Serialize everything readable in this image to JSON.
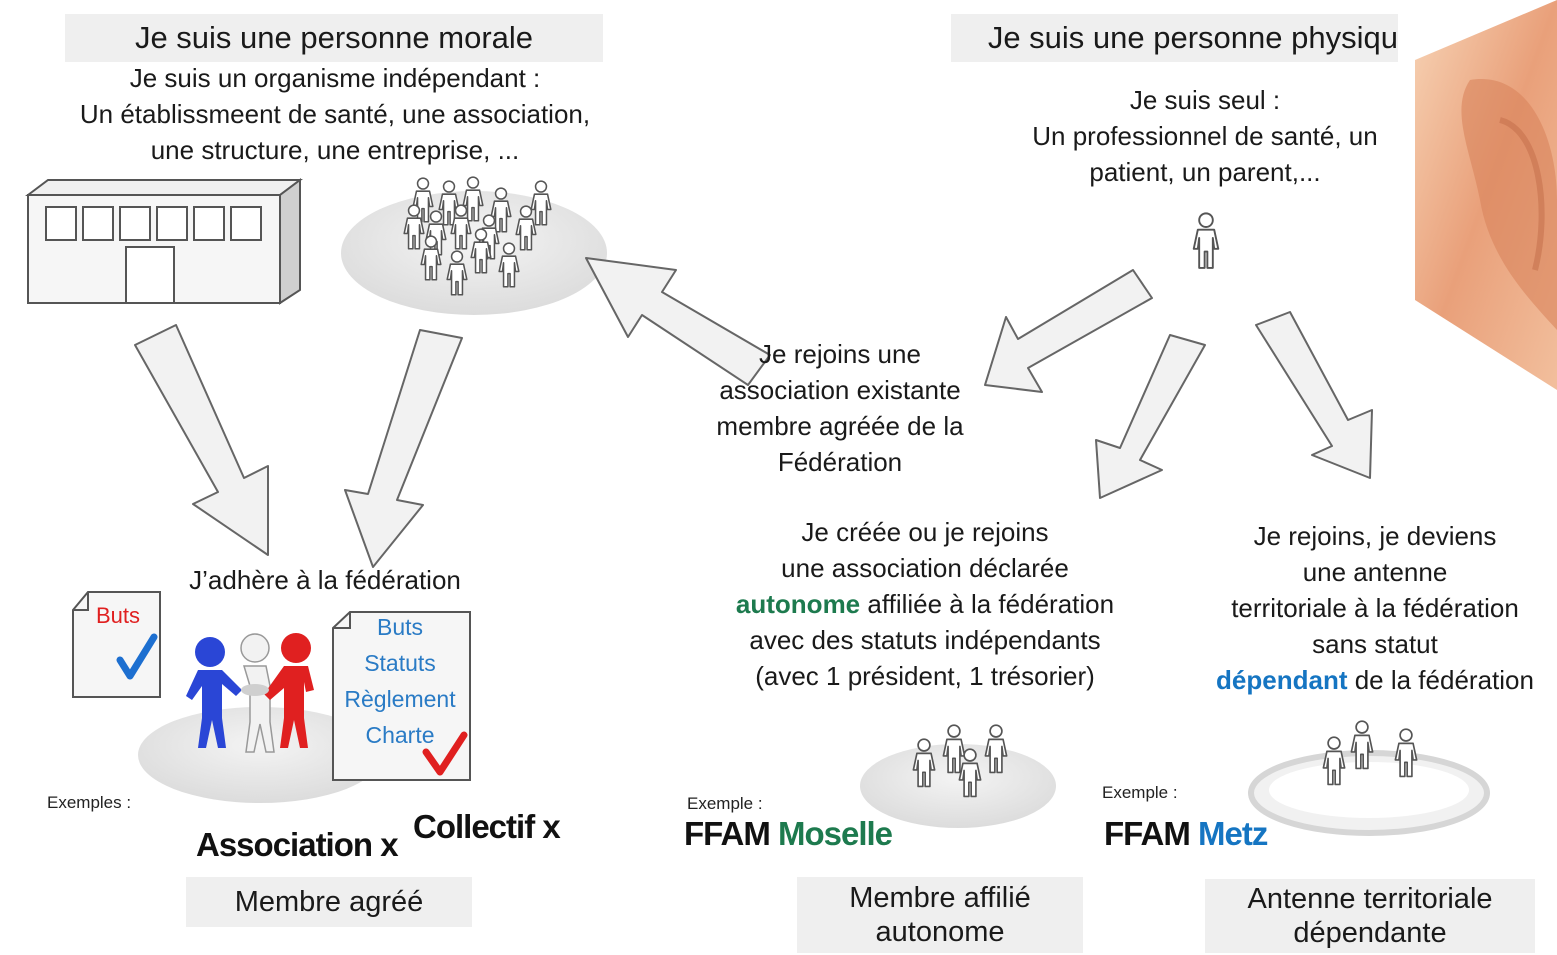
{
  "left": {
    "banner": "Je suis une personne morale",
    "intro": [
      "Je suis un organisme indépendant :",
      "Un établissmeent de santé, une association,",
      "une structure, une entreprise, ..."
    ],
    "adhere": "J’adhère à la fédération",
    "doc_small": "Buts",
    "doc_big": [
      "Buts",
      "Statuts",
      "Règlement",
      "Charte"
    ],
    "examples_label": "Exemples :",
    "example1": "Association x",
    "example2": "Collectif x",
    "footer": "Membre agréé"
  },
  "right": {
    "banner": "Je suis une personne physiqu",
    "intro": [
      "Je suis seul :",
      "Un professionnel de santé, un",
      "patient, un parent,..."
    ]
  },
  "middle": {
    "join_text": [
      "Je rejoins une",
      "association existante",
      "membre agréée de la",
      "Fédération"
    ],
    "create_text": {
      "l1": "Je créée ou je rejoins",
      "l2": "une association déclarée",
      "l3_highlight": "autonome",
      "l3_rest": " affiliée à la fédération",
      "l4": "avec des statuts indépendants",
      "l5": "(avec 1 président, 1 trésorier)"
    },
    "example_label": "Exemple :",
    "example_prefix": "FFAM ",
    "example_name": "Moselle",
    "footer": [
      "Membre affilié",
      "autonome"
    ]
  },
  "antenna": {
    "text": {
      "l1": "Je rejoins, je deviens",
      "l2": "une antenne",
      "l3": "territoriale à la fédération",
      "l4": "sans statut",
      "l5_highlight": "dépendant",
      "l5_rest": " de la fédération"
    },
    "example_label": "Exemple :",
    "example_prefix": "FFAM ",
    "example_name": "Metz",
    "footer": [
      "Antenne territoriale",
      "dépendante"
    ]
  },
  "colors": {
    "green": "#1d7a4e",
    "blue": "#1575c2",
    "red": "#e02020",
    "banner_bg": "#efefef"
  },
  "icons": [
    "building-icon",
    "crowd-icon",
    "person-icon",
    "handshake-icon",
    "document-icon",
    "checkmark-icon",
    "arrow-icon",
    "ear-photo"
  ]
}
